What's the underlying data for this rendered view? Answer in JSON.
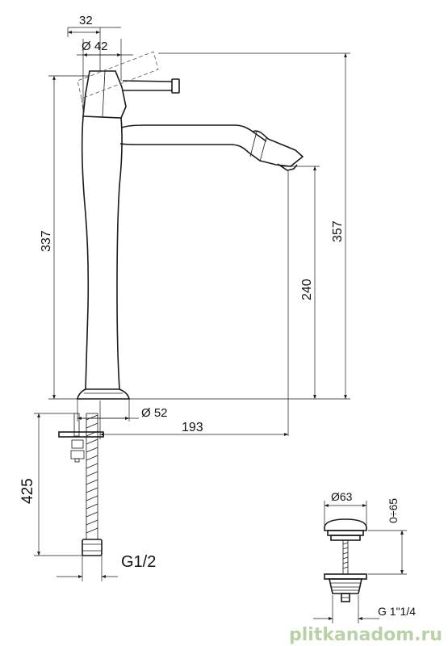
{
  "dimensions": {
    "d32": "32",
    "d42": "Ø 42",
    "d337": "337",
    "d357": "357",
    "d240": "240",
    "d52": "Ø 52",
    "d193": "193",
    "d425": "425",
    "g12": "G1/2",
    "d63": "Ø63",
    "d065": "0÷65",
    "g114": "G 1\"1/4"
  },
  "watermark": "plitkanadom.ru"
}
